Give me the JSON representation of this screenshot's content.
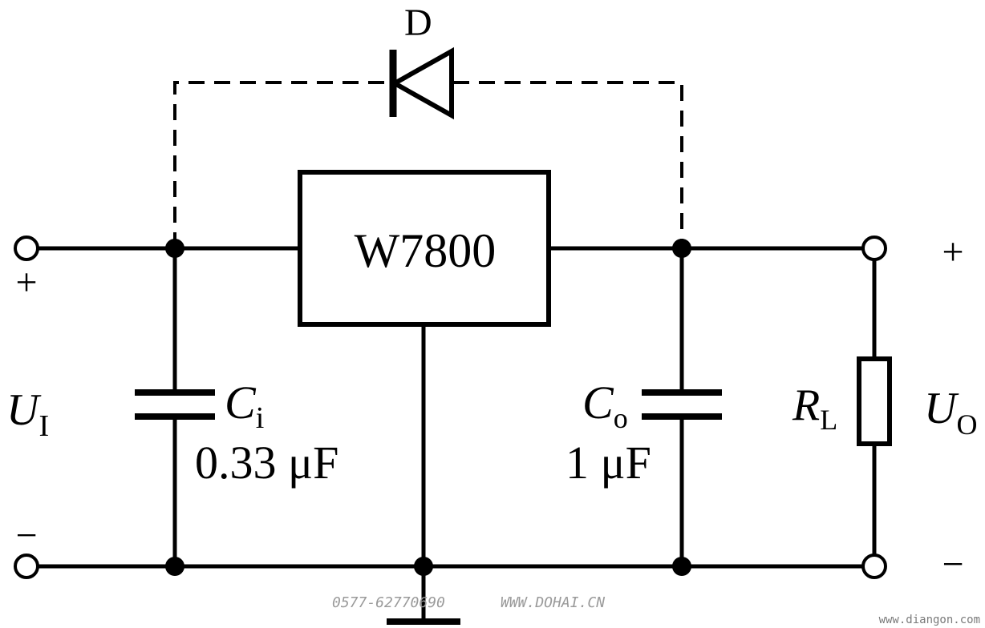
{
  "diagram": {
    "diode_label": "D",
    "regulator_label": "W7800",
    "input": {
      "plus": "+",
      "minus": "−",
      "voltage_symbol": "U",
      "voltage_subscript": "I"
    },
    "output": {
      "plus": "+",
      "minus": "−",
      "voltage_symbol": "U",
      "voltage_subscript": "O"
    },
    "input_cap": {
      "symbol": "C",
      "subscript": "i",
      "value": "0.33 μF"
    },
    "output_cap": {
      "symbol": "C",
      "subscript": "o",
      "value": "1 μF"
    },
    "load": {
      "symbol": "R",
      "subscript": "L"
    }
  },
  "watermarks": {
    "phone": "0577-62770690",
    "site": "WWW.DOHAI.CN",
    "corner": "www.diangon.com"
  }
}
